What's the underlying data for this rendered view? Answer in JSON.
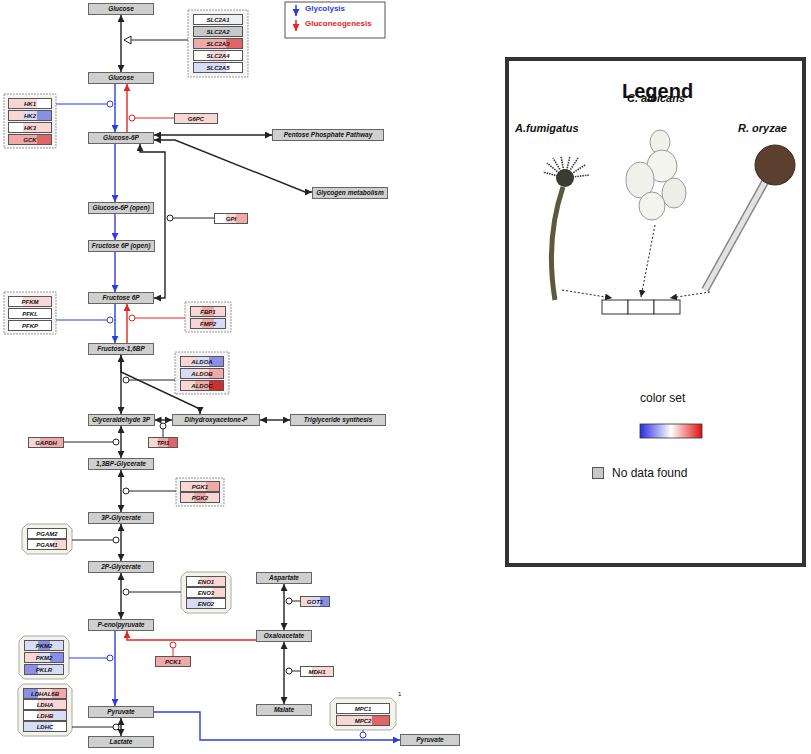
{
  "diagram": {
    "nodes": [
      {
        "text": [
          "Glucose"
        ]
      },
      {
        "text": [
          "SLC2A1"
        ]
      },
      {
        "text": [
          "SLC2A2"
        ]
      },
      {
        "text": [
          "SLC2A3"
        ]
      },
      {
        "text": [
          "SLC2A4"
        ]
      },
      {
        "text": [
          "SLC2A5"
        ]
      },
      {
        "text": [
          "Glucose"
        ]
      },
      {
        "text": [
          "HK1"
        ]
      },
      {
        "text": [
          "HK2"
        ]
      },
      {
        "text": [
          "HK3"
        ]
      },
      {
        "text": [
          "GCK"
        ]
      },
      {
        "text": [
          "G6PC"
        ]
      },
      {
        "text": [
          "Glucose-6P"
        ]
      },
      {
        "text": [
          "Pentose Phosphate Pathway"
        ]
      },
      {
        "text": [
          "Glycogen metabolism"
        ]
      },
      {
        "text": [
          "Glucose-6P (open)"
        ]
      },
      {
        "text": [
          "GPI"
        ]
      },
      {
        "text": [
          "Fructose 6P (open)"
        ]
      },
      {
        "text": [
          "PFKM"
        ]
      },
      {
        "text": [
          "PFKL"
        ]
      },
      {
        "text": [
          "PFKP"
        ]
      },
      {
        "text": [
          "Fructose 6P"
        ]
      },
      {
        "text": [
          "FBP1"
        ]
      },
      {
        "text": [
          "FMP2"
        ]
      },
      {
        "text": [
          "Fructose-1,6BP"
        ]
      },
      {
        "text": [
          "ALDOA"
        ]
      },
      {
        "text": [
          "ALDOB"
        ]
      },
      {
        "text": [
          "ALDOC"
        ]
      },
      {
        "text": [
          "Glyceraldehyde 3P"
        ]
      },
      {
        "text": [
          "Dihydroxyacetone-P"
        ]
      },
      {
        "text": [
          "Triglyceride synthesis"
        ]
      },
      {
        "text": [
          "GAPDH"
        ]
      },
      {
        "text": [
          "TPI1"
        ]
      },
      {
        "text": [
          "1,3BP-Glycerate"
        ]
      },
      {
        "text": [
          "PGK1"
        ]
      },
      {
        "text": [
          "PGK2"
        ]
      },
      {
        "text": [
          "3P-Glycerate"
        ]
      },
      {
        "text": [
          "PGAM2"
        ]
      },
      {
        "text": [
          "PGAM1"
        ]
      },
      {
        "text": [
          "2P-Glycerate"
        ]
      },
      {
        "text": [
          "ENO1"
        ]
      },
      {
        "text": [
          "ENO3"
        ]
      },
      {
        "text": [
          "ENO2"
        ]
      },
      {
        "text": [
          "Aspartate"
        ]
      },
      {
        "text": [
          "P-enolpyruvate"
        ]
      },
      {
        "text": [
          "GOT1"
        ]
      },
      {
        "text": [
          "Oxaloacetate"
        ]
      },
      {
        "text": [
          "PKM2"
        ]
      },
      {
        "text": [
          "PKM2"
        ]
      },
      {
        "text": [
          "PKLR"
        ]
      },
      {
        "text": [
          "PCK1"
        ]
      },
      {
        "text": [
          "MDH1"
        ]
      },
      {
        "text": [
          "Malate"
        ]
      },
      {
        "text": [
          "Pyruvate"
        ]
      },
      {
        "text": [
          "LDHAL6B"
        ]
      },
      {
        "text": [
          "LDHA"
        ]
      },
      {
        "text": [
          "LDHB"
        ]
      },
      {
        "text": [
          "LDHC"
        ]
      },
      {
        "text": [
          "MPC1"
        ]
      },
      {
        "text": [
          "MPC2"
        ]
      },
      {
        "text": [
          "Pyruvate"
        ]
      },
      {
        "text": [
          "Lactate"
        ]
      }
    ],
    "edges": [
      {
        "from": 0,
        "to": 6,
        "arrow": "both"
      },
      {
        "from": 6,
        "to": 12,
        "arrow": "to"
      },
      {
        "from": 12,
        "to": 6,
        "arrow": "to"
      },
      {
        "from": 12,
        "to": 13,
        "arrow": "both"
      },
      {
        "from": 12,
        "to": 14,
        "arrow": "both"
      },
      {
        "from": 12,
        "to": 15,
        "arrow": "to"
      },
      {
        "from": 15,
        "to": 17,
        "arrow": "to"
      },
      {
        "from": 17,
        "to": 21,
        "arrow": "to"
      },
      {
        "from": 21,
        "to": 12,
        "arrow": "both"
      },
      {
        "from": 21,
        "to": 24,
        "arrow": "to"
      },
      {
        "from": 24,
        "to": 21,
        "arrow": "to"
      },
      {
        "from": 24,
        "to": 28,
        "arrow": "both"
      },
      {
        "from": 24,
        "to": 29,
        "arrow": "to"
      },
      {
        "from": 28,
        "to": 29,
        "arrow": "both"
      },
      {
        "from": 29,
        "to": 30,
        "arrow": "both"
      },
      {
        "from": 28,
        "to": 33,
        "arrow": "both"
      },
      {
        "from": 33,
        "to": 36,
        "arrow": "both"
      },
      {
        "from": 36,
        "to": 39,
        "arrow": "both"
      },
      {
        "from": 39,
        "to": 44,
        "arrow": "both"
      },
      {
        "from": 44,
        "to": 53,
        "arrow": "to"
      },
      {
        "from": 46,
        "to": 44,
        "arrow": "to"
      },
      {
        "from": 43,
        "to": 46,
        "arrow": "both"
      },
      {
        "from": 46,
        "to": 52,
        "arrow": "both"
      },
      {
        "from": 53,
        "to": 61,
        "arrow": "both"
      },
      {
        "from": 53,
        "to": 60,
        "arrow": "to"
      }
    ],
    "labels": [
      "1",
      "Legend",
      "A.fumigatus",
      "C. albicans",
      "R. oryzae"
    ],
    "legend": [
      {
        "text": "Glycolysis"
      },
      {
        "text": "Gluconeogenesis"
      },
      {
        "text": "color set"
      },
      {
        "text": "No data found",
        "color": "#c8c8c8"
      }
    ]
  }
}
